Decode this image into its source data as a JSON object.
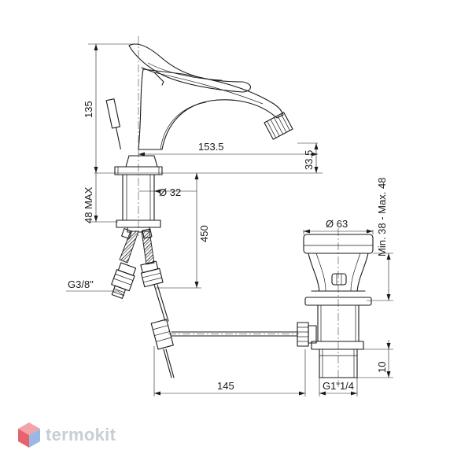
{
  "dimensions": {
    "spout_height": "135",
    "spout_reach": "153.5",
    "outlet_height": "33.5",
    "deck_thickness": "48 MAX",
    "body_diameter": "Ø 32",
    "hose_length": "450",
    "hose_thread": "G3/8\"",
    "waste_diameter": "Ø 63",
    "waste_range": "Min. 38 - Max. 48",
    "waste_tail": "10",
    "rod_length": "145",
    "waste_thread": "G1\"1/4"
  },
  "brand": {
    "name": "termokit",
    "colors": {
      "logo_top": "#f4a3a8",
      "logo_left": "#e8626d",
      "logo_right": "#9bb7e3",
      "text": "#c8cdd6"
    }
  }
}
